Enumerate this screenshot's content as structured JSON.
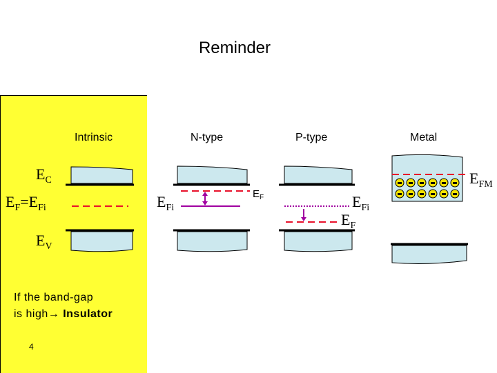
{
  "title": "Reminder",
  "columns": {
    "intrinsic": "Intrinsic",
    "ntype": "N-type",
    "ptype": "P-type",
    "metal": "Metal"
  },
  "labels": {
    "ec_main": "E",
    "ec_sub": "C",
    "ev_main": "E",
    "ev_sub": "V",
    "ef_main": "E",
    "ef_sub": "F",
    "eq": "=",
    "efi_main": "E",
    "efi_sub": "Fi",
    "efm_main": "E",
    "efm_sub": "FM"
  },
  "note": {
    "line1": "If the band-gap",
    "line2_prefix": "is high",
    "arrow": "→",
    "line2_bold": " Insulator"
  },
  "page_number": "4",
  "colors": {
    "panel": "#ffff33",
    "band_fill": "#cce8ee",
    "fermi_red": "#e8102a",
    "purple": "#a000a0",
    "electron_yellow": "#f5e300"
  }
}
